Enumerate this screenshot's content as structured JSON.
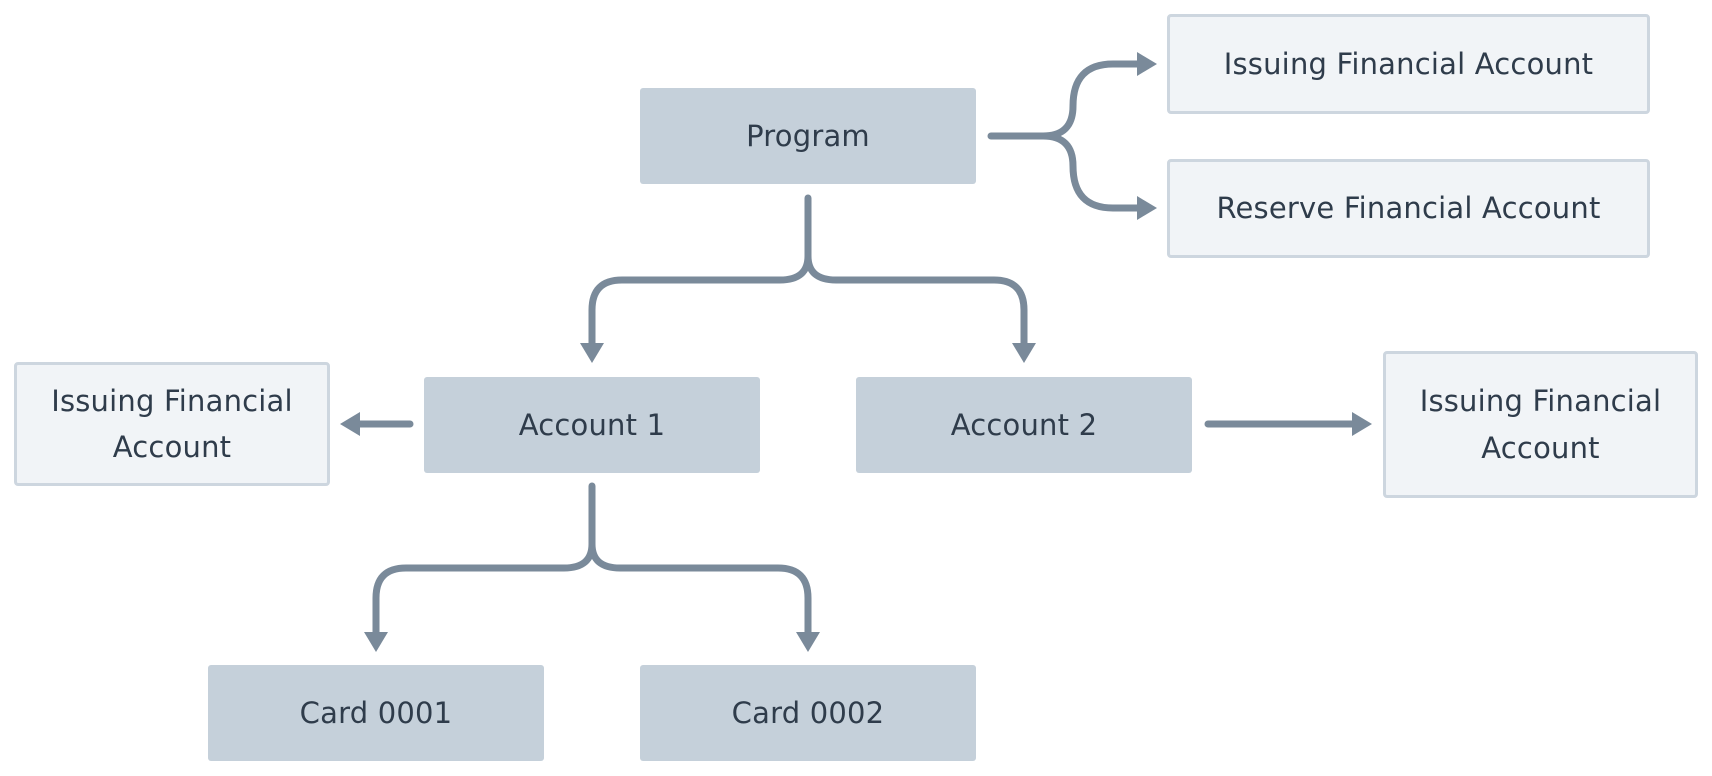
{
  "nodes": {
    "program": "Program",
    "issuing_top": "Issuing Financial Account",
    "reserve": "Reserve Financial Account",
    "account1": "Account 1",
    "account2": "Account 2",
    "issuing_left": "Issuing Financial Account",
    "issuing_right": "Issuing Financial Account",
    "card1": "Card 0001",
    "card2": "Card 0002"
  },
  "colors": {
    "primary_box": "#c5d0da",
    "secondary_box": "#f1f4f7",
    "secondary_border": "#cdd6df",
    "connector": "#7a8a9a",
    "text": "#2f3c4b"
  }
}
